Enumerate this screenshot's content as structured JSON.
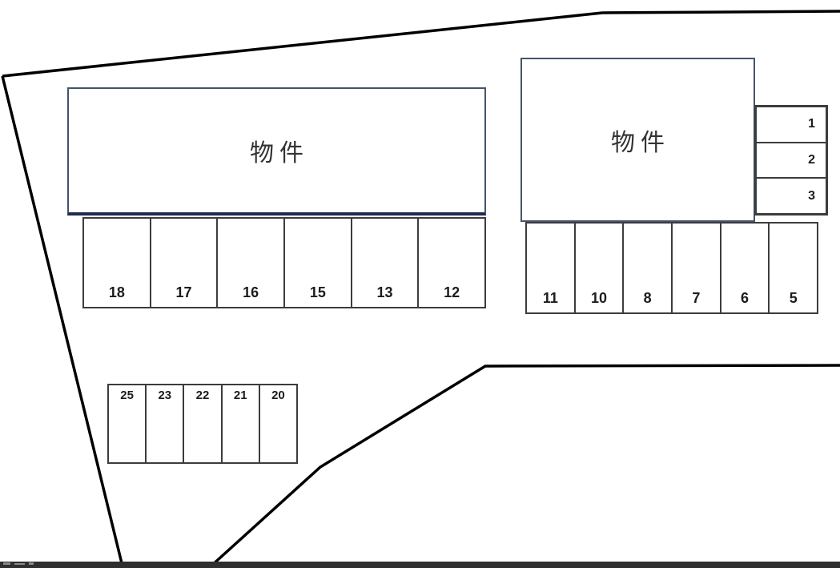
{
  "colors": {
    "boundary_line": "#000000",
    "building_border": "#44546a",
    "building_label": "#333333",
    "stall_border": "#3c3c3c",
    "stall_number": "#1c1c1c",
    "bottom_bar": "#2f2f2f",
    "background": "#ffffff"
  },
  "site_plan": {
    "buildings": [
      {
        "label": "物件",
        "position": "left"
      },
      {
        "label": "物件",
        "position": "right"
      }
    ],
    "parking_rows": [
      {
        "id": "row-under-left-building",
        "spaces": [
          "18",
          "17",
          "16",
          "15",
          "13",
          "12"
        ]
      },
      {
        "id": "row-under-right-building",
        "spaces": [
          "11",
          "10",
          "8",
          "7",
          "6",
          "5"
        ]
      },
      {
        "id": "column-far-right",
        "spaces": [
          "1",
          "2",
          "3"
        ]
      },
      {
        "id": "row-lower-left",
        "spaces": [
          "25",
          "23",
          "22",
          "21",
          "20"
        ]
      }
    ]
  }
}
